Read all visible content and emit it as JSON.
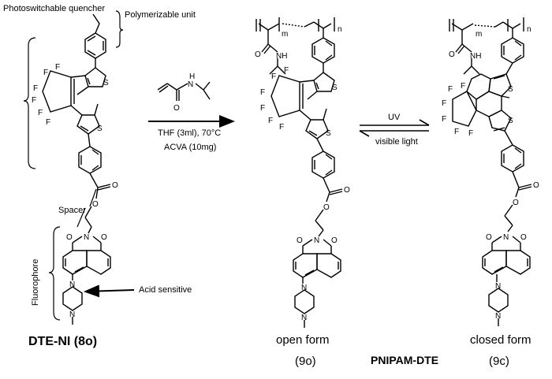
{
  "labels": {
    "photoswitchable_quencher": "Photoswitchable quencher",
    "polymerizable_unit": "Polymerizable unit",
    "spacer": "Spacer",
    "fluorophore": "Fluorophore",
    "acid_sensitive": "Acid sensitive",
    "compound_8o": "DTE-NI (8o)",
    "open_form": "open form",
    "compound_9o": "(9o)",
    "pnipam": "PNIPAM-DTE",
    "closed_form": "closed form",
    "compound_9c": "(9c)"
  },
  "reaction": {
    "conditions_line1": "THF (3ml), 70°C",
    "conditions_line2": "ACVA (10mg)",
    "forward_label": "UV",
    "reverse_label": "visible light"
  },
  "atoms": {
    "S": "S",
    "F": "F",
    "N": "N",
    "O": "O",
    "NH": "NH",
    "H": "H",
    "m": "m",
    "n": "n"
  }
}
